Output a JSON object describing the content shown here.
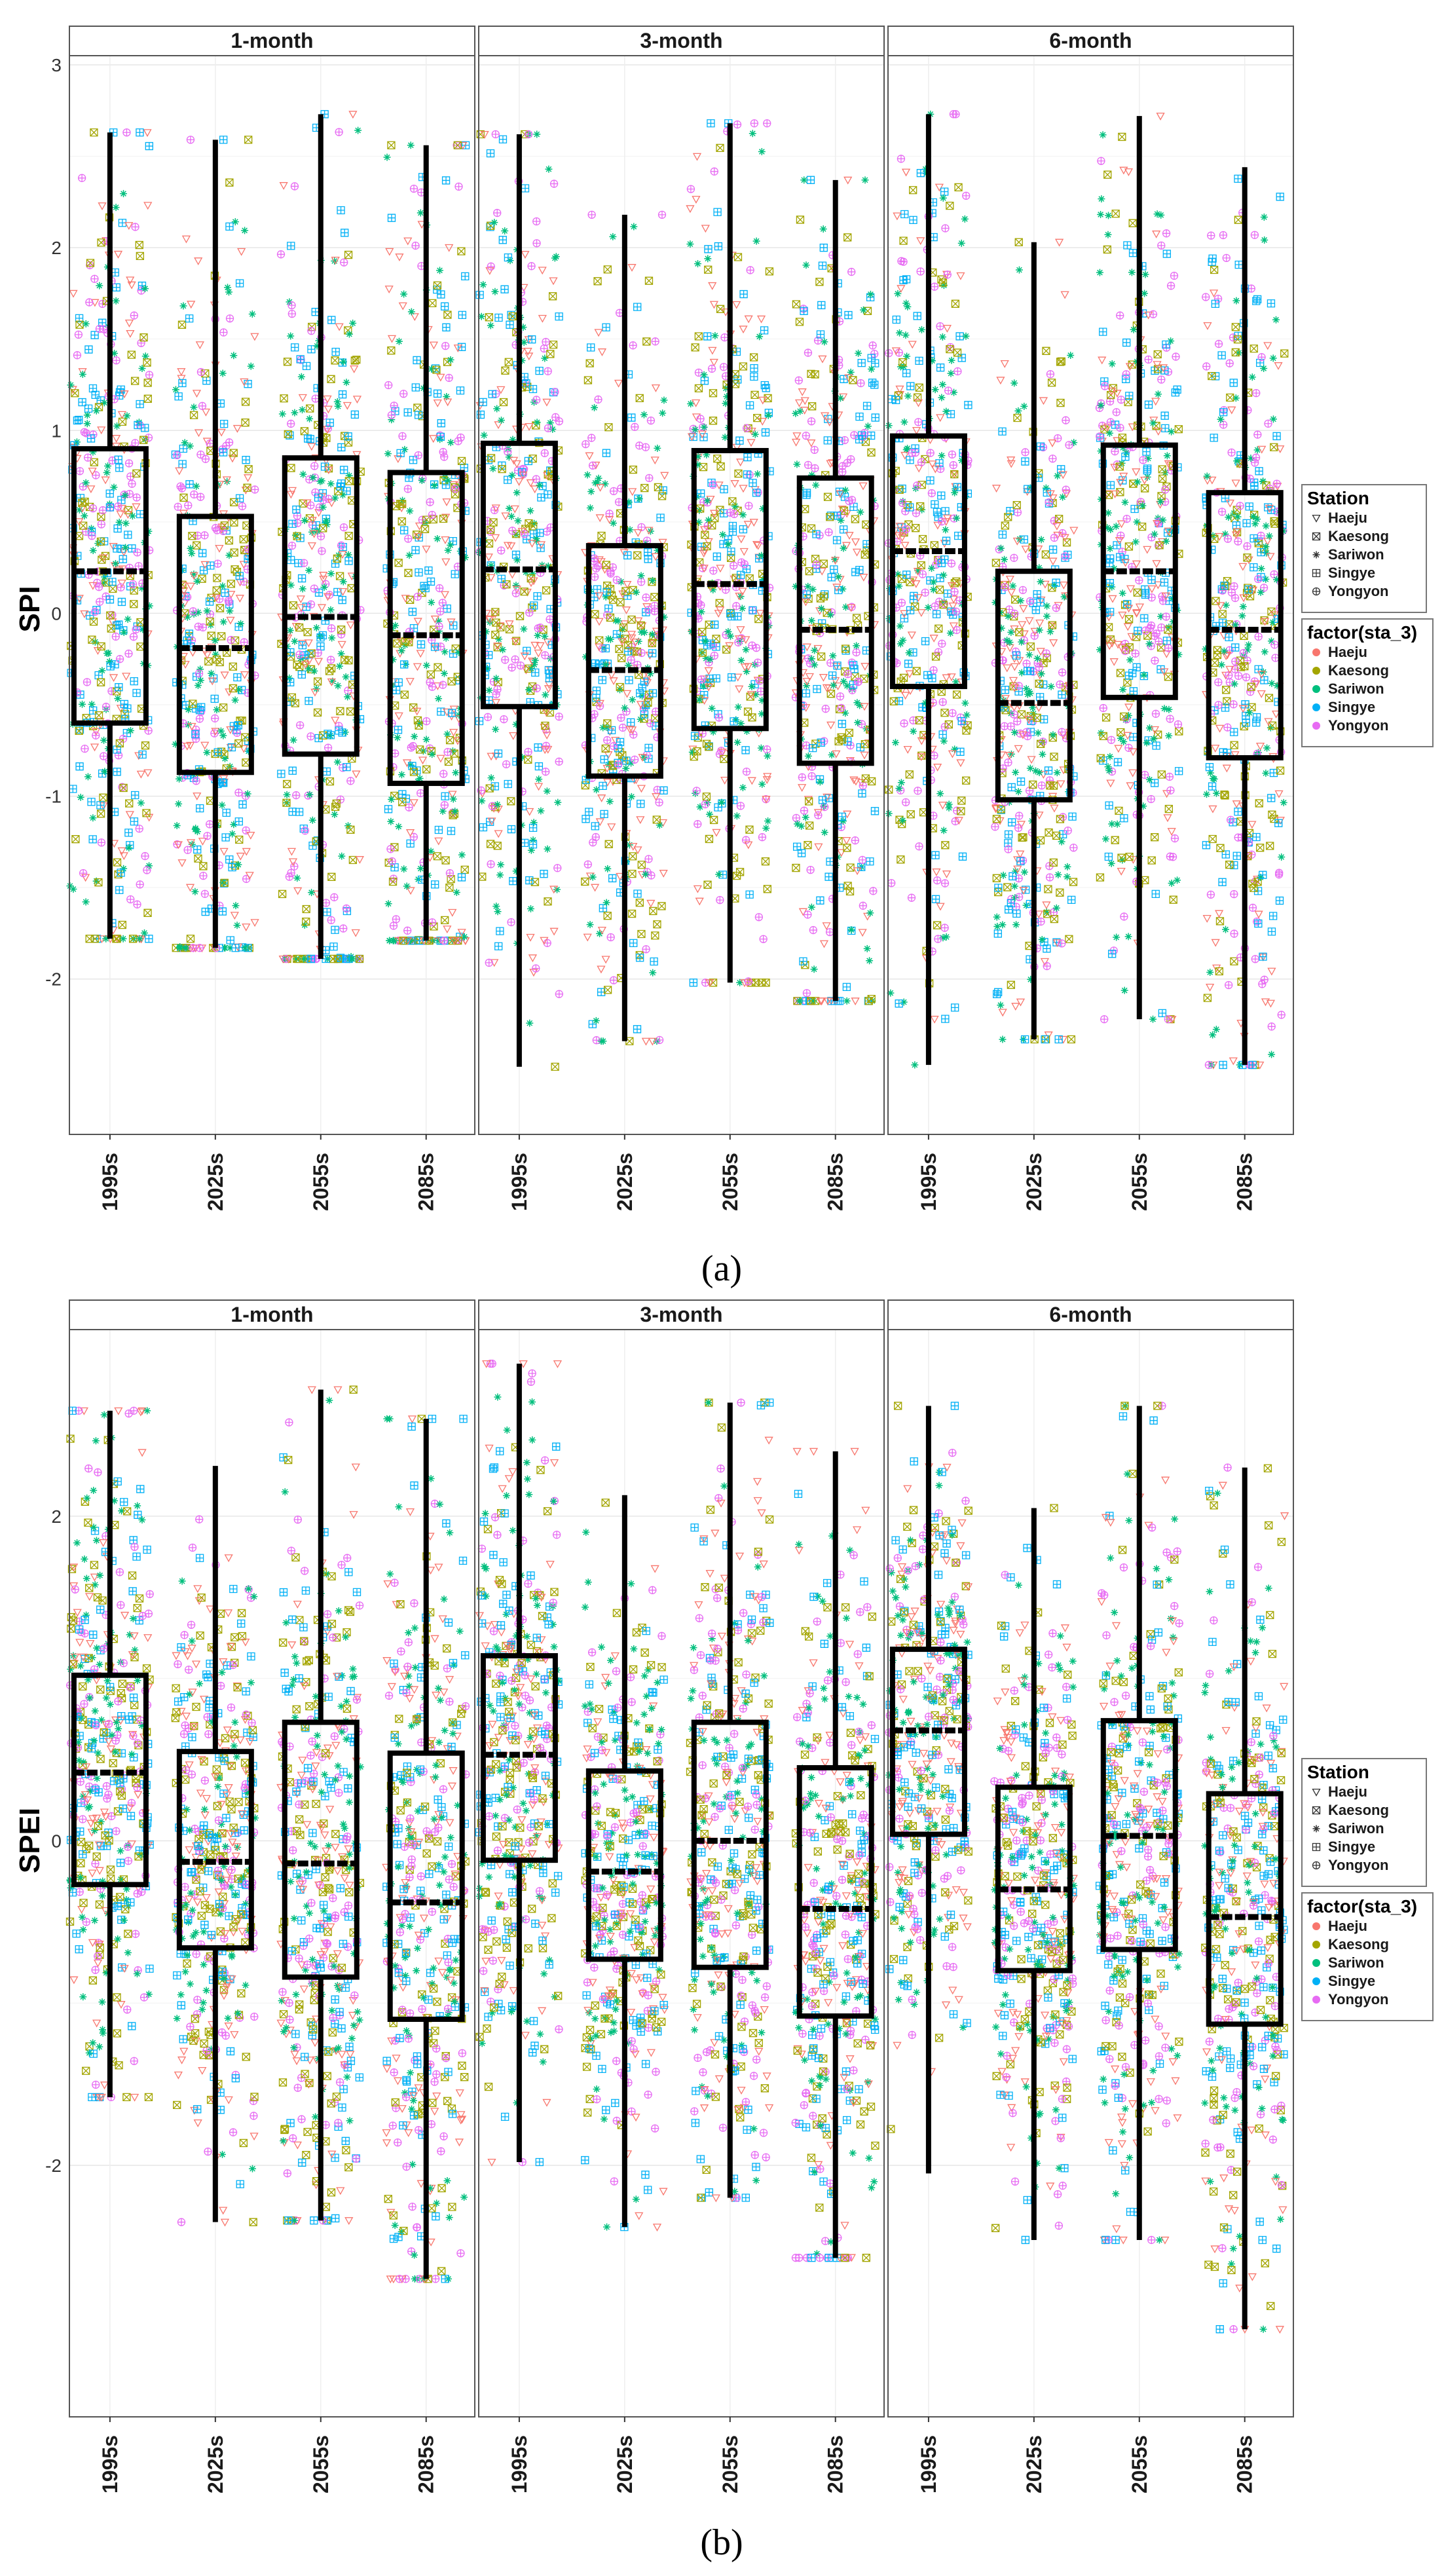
{
  "palette": {
    "Haeju": "#F8766D",
    "Kaesong": "#A3A500",
    "Sariwon": "#00BF7D",
    "Singye": "#00B0F6",
    "Yongyon": "#E76BF3"
  },
  "shapes": {
    "Haeju": "triangle-down-icon",
    "Kaesong": "square-x-icon",
    "Sariwon": "asterisk-icon",
    "Singye": "square-plus-icon",
    "Yongyon": "circle-plus-icon"
  },
  "legend": {
    "shape_title": "Station",
    "color_title": "factor(sta_3)",
    "items": [
      "Haeju",
      "Kaesong",
      "Sariwon",
      "Singye",
      "Yongyon"
    ]
  },
  "chart_data": [
    {
      "type": "boxplot",
      "subfigure_label": "(a)",
      "ylabel": "SPI",
      "yticks": [
        -2,
        -1,
        0,
        1,
        2,
        3
      ],
      "ylim": [
        -2.85,
        3.05
      ],
      "categories": [
        "1995s",
        "2025s",
        "2055s",
        "2085s"
      ],
      "panels": [
        {
          "title": "1-month",
          "boxes": [
            {
              "category": "1995s",
              "q1": -0.6,
              "median": 0.23,
              "q3": 0.9,
              "whisker_low": -1.78,
              "whisker_high": 2.63
            },
            {
              "category": "2025s",
              "q1": -0.87,
              "median": -0.19,
              "q3": 0.53,
              "whisker_low": -1.83,
              "whisker_high": 2.59
            },
            {
              "category": "2055s",
              "q1": -0.77,
              "median": -0.02,
              "q3": 0.85,
              "whisker_low": -1.89,
              "whisker_high": 2.73
            },
            {
              "category": "2085s",
              "q1": -0.93,
              "median": -0.12,
              "q3": 0.77,
              "whisker_low": -1.79,
              "whisker_high": 2.56
            }
          ]
        },
        {
          "title": "3-month",
          "boxes": [
            {
              "category": "1995s",
              "q1": -0.51,
              "median": 0.24,
              "q3": 0.93,
              "whisker_low": -2.48,
              "whisker_high": 2.62
            },
            {
              "category": "2025s",
              "q1": -0.89,
              "median": -0.31,
              "q3": 0.37,
              "whisker_low": -2.34,
              "whisker_high": 2.18
            },
            {
              "category": "2055s",
              "q1": -0.63,
              "median": 0.16,
              "q3": 0.89,
              "whisker_low": -2.02,
              "whisker_high": 2.68
            },
            {
              "category": "2085s",
              "q1": -0.82,
              "median": -0.09,
              "q3": 0.74,
              "whisker_low": -2.12,
              "whisker_high": 2.37
            }
          ]
        },
        {
          "title": "6-month",
          "boxes": [
            {
              "category": "1995s",
              "q1": -0.4,
              "median": 0.34,
              "q3": 0.97,
              "whisker_low": -2.47,
              "whisker_high": 2.73
            },
            {
              "category": "2025s",
              "q1": -1.02,
              "median": -0.49,
              "q3": 0.23,
              "whisker_low": -2.33,
              "whisker_high": 2.03
            },
            {
              "category": "2055s",
              "q1": -0.46,
              "median": 0.23,
              "q3": 0.92,
              "whisker_low": -2.22,
              "whisker_high": 2.72
            },
            {
              "category": "2085s",
              "q1": -0.79,
              "median": -0.09,
              "q3": 0.66,
              "whisker_low": -2.47,
              "whisker_high": 2.44
            }
          ]
        }
      ]
    },
    {
      "type": "boxplot",
      "subfigure_label": "(b)",
      "ylabel": "SPEI",
      "yticks": [
        -2,
        0,
        2
      ],
      "ylim": [
        -3.55,
        3.15
      ],
      "categories": [
        "1995s",
        "2025s",
        "2055s",
        "2085s"
      ],
      "panels": [
        {
          "title": "1-month",
          "boxes": [
            {
              "category": "1995s",
              "q1": -0.27,
              "median": 0.42,
              "q3": 1.02,
              "whisker_low": -1.58,
              "whisker_high": 2.65
            },
            {
              "category": "2025s",
              "q1": -0.66,
              "median": -0.13,
              "q3": 0.55,
              "whisker_low": -2.35,
              "whisker_high": 2.31
            },
            {
              "category": "2055s",
              "q1": -0.84,
              "median": -0.14,
              "q3": 0.73,
              "whisker_low": -2.34,
              "whisker_high": 2.78
            },
            {
              "category": "2085s",
              "q1": -1.1,
              "median": -0.38,
              "q3": 0.54,
              "whisker_low": -2.7,
              "whisker_high": 2.6
            }
          ]
        },
        {
          "title": "3-month",
          "boxes": [
            {
              "category": "1995s",
              "q1": -0.12,
              "median": 0.53,
              "q3": 1.14,
              "whisker_low": -1.98,
              "whisker_high": 2.94
            },
            {
              "category": "2025s",
              "q1": -0.73,
              "median": -0.19,
              "q3": 0.43,
              "whisker_low": -2.38,
              "whisker_high": 2.13
            },
            {
              "category": "2055s",
              "q1": -0.78,
              "median": 0.0,
              "q3": 0.73,
              "whisker_low": -2.2,
              "whisker_high": 2.7
            },
            {
              "category": "2085s",
              "q1": -1.08,
              "median": -0.42,
              "q3": 0.45,
              "whisker_low": -2.57,
              "whisker_high": 2.4
            }
          ]
        },
        {
          "title": "6-month",
          "boxes": [
            {
              "category": "1995s",
              "q1": 0.04,
              "median": 0.68,
              "q3": 1.18,
              "whisker_low": -2.05,
              "whisker_high": 2.68
            },
            {
              "category": "2025s",
              "q1": -0.8,
              "median": -0.3,
              "q3": 0.33,
              "whisker_low": -2.46,
              "whisker_high": 2.05
            },
            {
              "category": "2055s",
              "q1": -0.67,
              "median": 0.03,
              "q3": 0.74,
              "whisker_low": -2.46,
              "whisker_high": 2.68
            },
            {
              "category": "2085s",
              "q1": -1.13,
              "median": -0.47,
              "q3": 0.29,
              "whisker_low": -3.01,
              "whisker_high": 2.3
            }
          ]
        }
      ]
    }
  ]
}
